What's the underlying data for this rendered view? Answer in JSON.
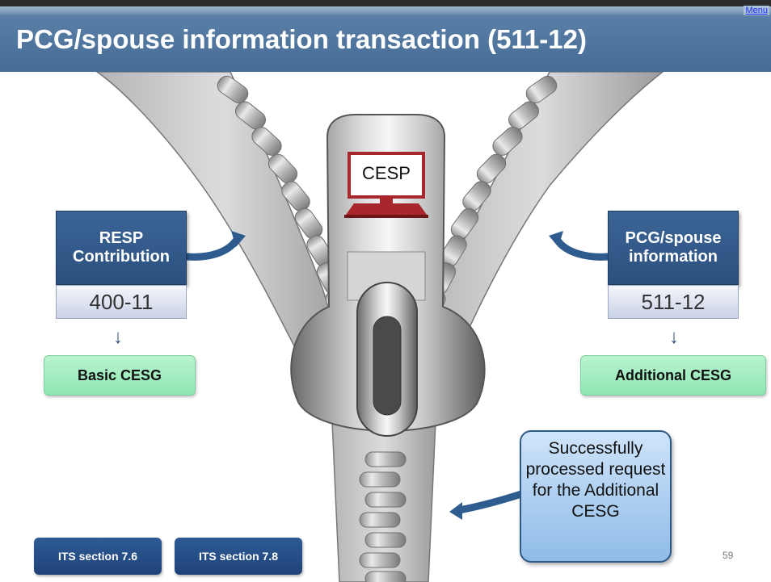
{
  "slide": {
    "title": "PCG/spouse information transaction (511-12)",
    "menu_label": "Menu",
    "page_number": "59"
  },
  "zipper": {
    "pull_label": "CESP"
  },
  "left": {
    "heading": "RESP Contribution",
    "code": "400-11",
    "result": "Basic CESG"
  },
  "right": {
    "heading": "PCG/spouse information",
    "code": "511-12",
    "result": "Additional CESG"
  },
  "callout": {
    "text": "Successfully processed request for the Additional CESG"
  },
  "footer_buttons": [
    {
      "label": "ITS section 7.6"
    },
    {
      "label": "ITS section 7.8"
    }
  ],
  "colors": {
    "title_bar": "#456c95",
    "box_blue": "#2c5080",
    "green_box": "#8fe7b3",
    "callout": "#8fbbe8",
    "monitor_red": "#a8262c"
  }
}
